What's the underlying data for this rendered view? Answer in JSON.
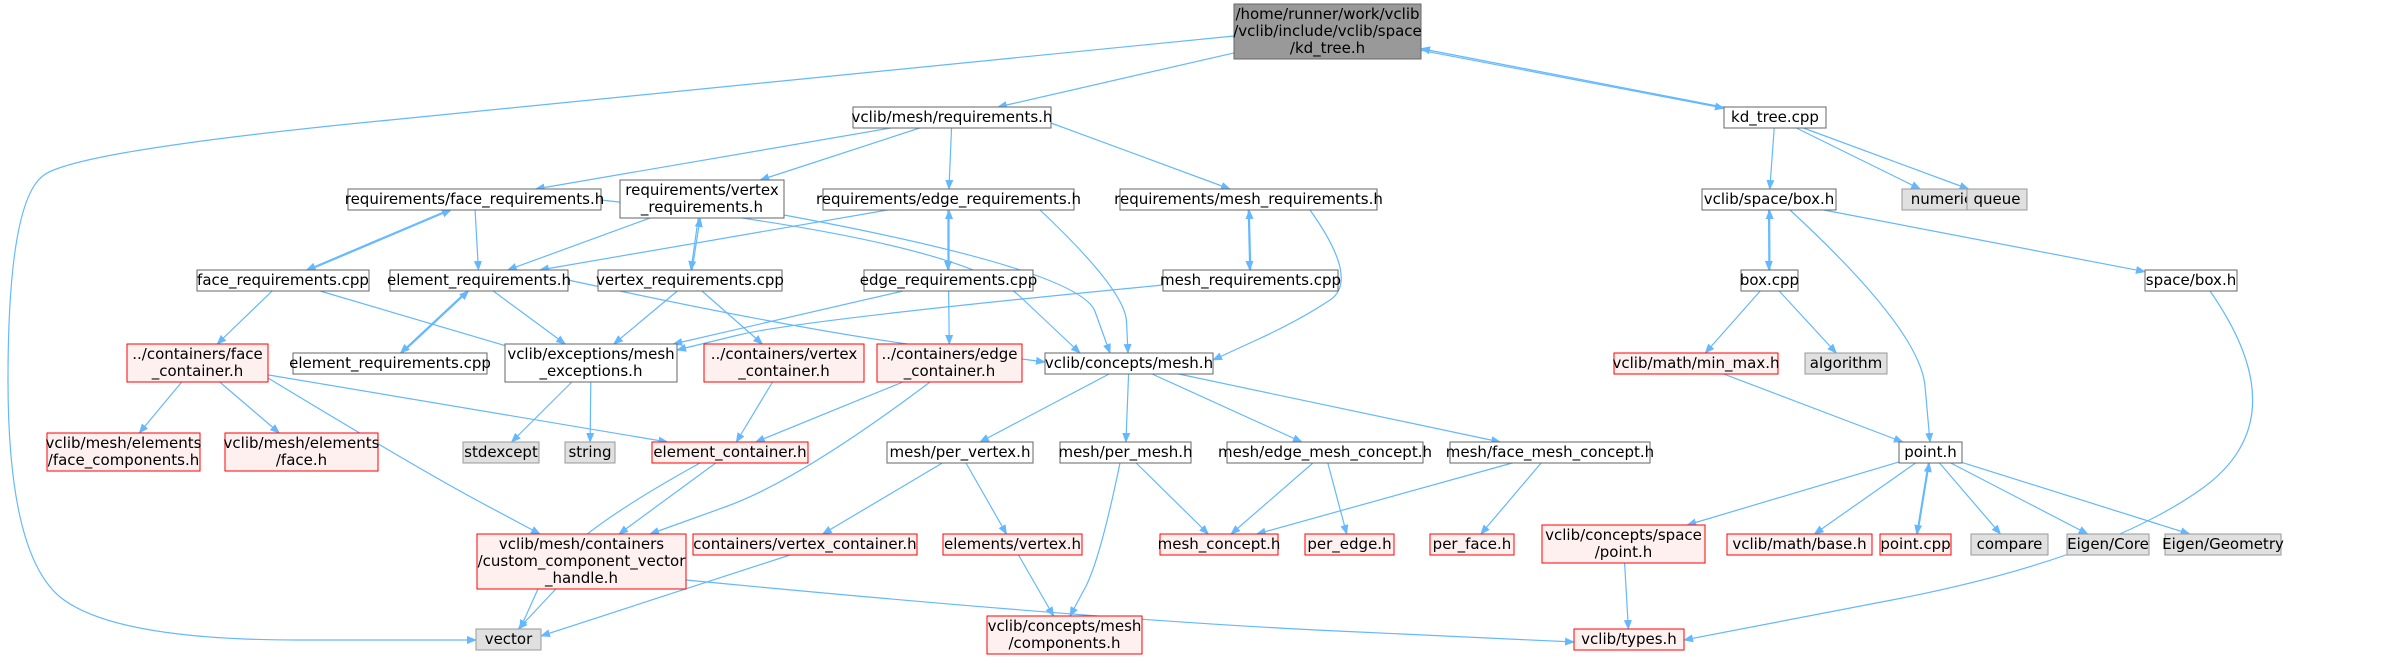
{
  "colors": {
    "edge": "#63b8ff",
    "root_fill": "#999999",
    "root_stroke": "#666666",
    "normal_fill": "#ffffff",
    "normal_stroke": "#666666",
    "red_fill": "#fff0f0",
    "red_stroke": "#ff0000",
    "gray_fill": "#e0e0e0",
    "gray_stroke": "#999999"
  },
  "nodes": [
    {
      "id": "kd_tree_h",
      "lines": [
        "/home/runner/work/vclib",
        "/vclib/include/vclib/space",
        "/kd_tree.h"
      ],
      "style": "root"
    },
    {
      "id": "vector",
      "lines": [
        "vector"
      ],
      "style": "gray"
    },
    {
      "id": "mesh_requirements_h",
      "lines": [
        "vclib/mesh/requirements.h"
      ],
      "style": "normal"
    },
    {
      "id": "kd_tree_cpp",
      "lines": [
        "kd_tree.cpp"
      ],
      "style": "normal"
    },
    {
      "id": "face_req_h",
      "lines": [
        "requirements/face_requirements.h"
      ],
      "style": "normal"
    },
    {
      "id": "vertex_req_h",
      "lines": [
        "requirements/vertex",
        "_requirements.h"
      ],
      "style": "normal"
    },
    {
      "id": "edge_req_h",
      "lines": [
        "requirements/edge_requirements.h"
      ],
      "style": "normal"
    },
    {
      "id": "mesh_req_h",
      "lines": [
        "requirements/mesh_requirements.h"
      ],
      "style": "normal"
    },
    {
      "id": "space_box_h",
      "lines": [
        "vclib/space/box.h"
      ],
      "style": "normal"
    },
    {
      "id": "numeric",
      "lines": [
        "numeric"
      ],
      "style": "gray"
    },
    {
      "id": "queue",
      "lines": [
        "queue"
      ],
      "style": "gray"
    },
    {
      "id": "face_req_cpp",
      "lines": [
        "face_requirements.cpp"
      ],
      "style": "normal"
    },
    {
      "id": "element_req_h",
      "lines": [
        "element_requirements.h"
      ],
      "style": "normal"
    },
    {
      "id": "vertex_req_cpp",
      "lines": [
        "vertex_requirements.cpp"
      ],
      "style": "normal"
    },
    {
      "id": "edge_req_cpp",
      "lines": [
        "edge_requirements.cpp"
      ],
      "style": "normal"
    },
    {
      "id": "mesh_req_cpp",
      "lines": [
        "mesh_requirements.cpp"
      ],
      "style": "normal"
    },
    {
      "id": "box_cpp",
      "lines": [
        "box.cpp"
      ],
      "style": "normal"
    },
    {
      "id": "space_box_h2",
      "lines": [
        "space/box.h"
      ],
      "style": "normal"
    },
    {
      "id": "face_container_h",
      "lines": [
        "../containers/face",
        "_container.h"
      ],
      "style": "red"
    },
    {
      "id": "element_req_cpp",
      "lines": [
        "element_requirements.cpp"
      ],
      "style": "normal"
    },
    {
      "id": "exceptions_mesh_h",
      "lines": [
        "vclib/exceptions/mesh",
        "_exceptions.h"
      ],
      "style": "normal"
    },
    {
      "id": "vertex_container_h",
      "lines": [
        "../containers/vertex",
        "_container.h"
      ],
      "style": "red"
    },
    {
      "id": "edge_container_h",
      "lines": [
        "../containers/edge",
        "_container.h"
      ],
      "style": "red"
    },
    {
      "id": "concepts_mesh_h",
      "lines": [
        "vclib/concepts/mesh.h"
      ],
      "style": "normal"
    },
    {
      "id": "min_max_h",
      "lines": [
        "vclib/math/min_max.h"
      ],
      "style": "red"
    },
    {
      "id": "algorithm",
      "lines": [
        "algorithm"
      ],
      "style": "gray"
    },
    {
      "id": "face_components_h",
      "lines": [
        "vclib/mesh/elements",
        "/face_components.h"
      ],
      "style": "red"
    },
    {
      "id": "face_h",
      "lines": [
        "vclib/mesh/elements",
        "/face.h"
      ],
      "style": "red"
    },
    {
      "id": "stdexcept",
      "lines": [
        "stdexcept"
      ],
      "style": "gray"
    },
    {
      "id": "string",
      "lines": [
        "string"
      ],
      "style": "gray"
    },
    {
      "id": "element_container_h",
      "lines": [
        "element_container.h"
      ],
      "style": "red"
    },
    {
      "id": "per_vertex_h",
      "lines": [
        "mesh/per_vertex.h"
      ],
      "style": "normal"
    },
    {
      "id": "per_mesh_h",
      "lines": [
        "mesh/per_mesh.h"
      ],
      "style": "normal"
    },
    {
      "id": "edge_mesh_concept_h",
      "lines": [
        "mesh/edge_mesh_concept.h"
      ],
      "style": "normal"
    },
    {
      "id": "face_mesh_concept_h",
      "lines": [
        "mesh/face_mesh_concept.h"
      ],
      "style": "normal"
    },
    {
      "id": "point_h",
      "lines": [
        "point.h"
      ],
      "style": "normal"
    },
    {
      "id": "custom_component_h",
      "lines": [
        "vclib/mesh/containers",
        "/custom_component_vector",
        "_handle.h"
      ],
      "style": "red"
    },
    {
      "id": "containers_vertex_container_h",
      "lines": [
        "containers/vertex_container.h"
      ],
      "style": "red"
    },
    {
      "id": "elements_vertex_h",
      "lines": [
        "elements/vertex.h"
      ],
      "style": "red"
    },
    {
      "id": "mesh_concept_h",
      "lines": [
        "mesh_concept.h"
      ],
      "style": "red"
    },
    {
      "id": "per_edge_h",
      "lines": [
        "per_edge.h"
      ],
      "style": "red"
    },
    {
      "id": "per_face_h",
      "lines": [
        "per_face.h"
      ],
      "style": "red"
    },
    {
      "id": "concepts_space_point_h",
      "lines": [
        "vclib/concepts/space",
        "/point.h"
      ],
      "style": "red"
    },
    {
      "id": "math_base_h",
      "lines": [
        "vclib/math/base.h"
      ],
      "style": "red"
    },
    {
      "id": "point_cpp",
      "lines": [
        "point.cpp"
      ],
      "style": "red"
    },
    {
      "id": "compare",
      "lines": [
        "compare"
      ],
      "style": "gray"
    },
    {
      "id": "eigen_core",
      "lines": [
        "Eigen/Core"
      ],
      "style": "gray"
    },
    {
      "id": "eigen_geometry",
      "lines": [
        "Eigen/Geometry"
      ],
      "style": "gray"
    },
    {
      "id": "concepts_mesh_components_h",
      "lines": [
        "vclib/concepts/mesh",
        "/components.h"
      ],
      "style": "red"
    },
    {
      "id": "types_h",
      "lines": [
        "vclib/types.h"
      ],
      "style": "red"
    }
  ],
  "edges": [
    {
      "from": "kd_tree_h",
      "to": "vector"
    },
    {
      "from": "kd_tree_h",
      "to": "mesh_requirements_h"
    },
    {
      "from": "kd_tree_h",
      "to": "kd_tree_cpp"
    },
    {
      "from": "kd_tree_cpp",
      "to": "kd_tree_h"
    },
    {
      "from": "mesh_requirements_h",
      "to": "face_req_h"
    },
    {
      "from": "mesh_requirements_h",
      "to": "vertex_req_h"
    },
    {
      "from": "mesh_requirements_h",
      "to": "edge_req_h"
    },
    {
      "from": "mesh_requirements_h",
      "to": "mesh_req_h"
    },
    {
      "from": "kd_tree_cpp",
      "to": "space_box_h"
    },
    {
      "from": "kd_tree_cpp",
      "to": "numeric"
    },
    {
      "from": "kd_tree_cpp",
      "to": "queue"
    },
    {
      "from": "face_req_h",
      "to": "face_req_cpp"
    },
    {
      "from": "face_req_cpp",
      "to": "face_req_h"
    },
    {
      "from": "face_req_h",
      "to": "element_req_h"
    },
    {
      "from": "face_req_h",
      "to": "concepts_mesh_h"
    },
    {
      "from": "vertex_req_h",
      "to": "element_req_h"
    },
    {
      "from": "vertex_req_h",
      "to": "vertex_req_cpp"
    },
    {
      "from": "vertex_req_cpp",
      "to": "vertex_req_h"
    },
    {
      "from": "vertex_req_h",
      "to": "concepts_mesh_h"
    },
    {
      "from": "edge_req_h",
      "to": "element_req_h"
    },
    {
      "from": "edge_req_h",
      "to": "edge_req_cpp"
    },
    {
      "from": "edge_req_cpp",
      "to": "edge_req_h"
    },
    {
      "from": "edge_req_h",
      "to": "concepts_mesh_h"
    },
    {
      "from": "mesh_req_h",
      "to": "mesh_req_cpp"
    },
    {
      "from": "mesh_req_cpp",
      "to": "mesh_req_h"
    },
    {
      "from": "mesh_req_h",
      "to": "concepts_mesh_h"
    },
    {
      "from": "space_box_h",
      "to": "box_cpp"
    },
    {
      "from": "box_cpp",
      "to": "space_box_h"
    },
    {
      "from": "space_box_h",
      "to": "space_box_h2"
    },
    {
      "from": "space_box_h",
      "to": "point_h"
    },
    {
      "from": "face_req_cpp",
      "to": "face_container_h"
    },
    {
      "from": "face_req_cpp",
      "to": "exceptions_mesh_h"
    },
    {
      "from": "element_req_h",
      "to": "element_req_cpp"
    },
    {
      "from": "element_req_cpp",
      "to": "element_req_h"
    },
    {
      "from": "element_req_h",
      "to": "exceptions_mesh_h"
    },
    {
      "from": "element_req_h",
      "to": "concepts_mesh_h"
    },
    {
      "from": "vertex_req_cpp",
      "to": "exceptions_mesh_h"
    },
    {
      "from": "vertex_req_cpp",
      "to": "vertex_container_h"
    },
    {
      "from": "edge_req_cpp",
      "to": "exceptions_mesh_h"
    },
    {
      "from": "edge_req_cpp",
      "to": "edge_container_h"
    },
    {
      "from": "mesh_req_cpp",
      "to": "exceptions_mesh_h"
    },
    {
      "from": "box_cpp",
      "to": "min_max_h"
    },
    {
      "from": "box_cpp",
      "to": "algorithm"
    },
    {
      "from": "space_box_h2",
      "to": "types_h"
    },
    {
      "from": "face_container_h",
      "to": "face_components_h"
    },
    {
      "from": "face_container_h",
      "to": "face_h"
    },
    {
      "from": "face_container_h",
      "to": "element_container_h"
    },
    {
      "from": "face_container_h",
      "to": "custom_component_h"
    },
    {
      "from": "exceptions_mesh_h",
      "to": "stdexcept"
    },
    {
      "from": "exceptions_mesh_h",
      "to": "string"
    },
    {
      "from": "vertex_container_h",
      "to": "element_container_h"
    },
    {
      "from": "edge_container_h",
      "to": "element_container_h"
    },
    {
      "from": "edge_container_h",
      "to": "custom_component_h"
    },
    {
      "from": "concepts_mesh_h",
      "to": "per_vertex_h"
    },
    {
      "from": "concepts_mesh_h",
      "to": "per_mesh_h"
    },
    {
      "from": "concepts_mesh_h",
      "to": "edge_mesh_concept_h"
    },
    {
      "from": "concepts_mesh_h",
      "to": "face_mesh_concept_h"
    },
    {
      "from": "min_max_h",
      "to": "point_h"
    },
    {
      "from": "element_container_h",
      "to": "vector"
    },
    {
      "from": "element_container_h",
      "to": "custom_component_h"
    },
    {
      "from": "custom_component_h",
      "to": "vector"
    },
    {
      "from": "custom_component_h",
      "to": "types_h"
    },
    {
      "from": "per_vertex_h",
      "to": "containers_vertex_container_h"
    },
    {
      "from": "per_vertex_h",
      "to": "elements_vertex_h"
    },
    {
      "from": "per_mesh_h",
      "to": "mesh_concept_h"
    },
    {
      "from": "per_mesh_h",
      "to": "concepts_mesh_components_h"
    },
    {
      "from": "edge_mesh_concept_h",
      "to": "mesh_concept_h"
    },
    {
      "from": "edge_mesh_concept_h",
      "to": "per_edge_h"
    },
    {
      "from": "face_mesh_concept_h",
      "to": "mesh_concept_h"
    },
    {
      "from": "face_mesh_concept_h",
      "to": "per_face_h"
    },
    {
      "from": "containers_vertex_container_h",
      "to": "vector"
    },
    {
      "from": "elements_vertex_h",
      "to": "concepts_mesh_components_h"
    },
    {
      "from": "point_h",
      "to": "concepts_space_point_h"
    },
    {
      "from": "point_h",
      "to": "math_base_h"
    },
    {
      "from": "point_h",
      "to": "point_cpp"
    },
    {
      "from": "point_cpp",
      "to": "point_h"
    },
    {
      "from": "point_h",
      "to": "compare"
    },
    {
      "from": "point_h",
      "to": "eigen_core"
    },
    {
      "from": "point_h",
      "to": "eigen_geometry"
    },
    {
      "from": "concepts_space_point_h",
      "to": "types_h"
    }
  ]
}
